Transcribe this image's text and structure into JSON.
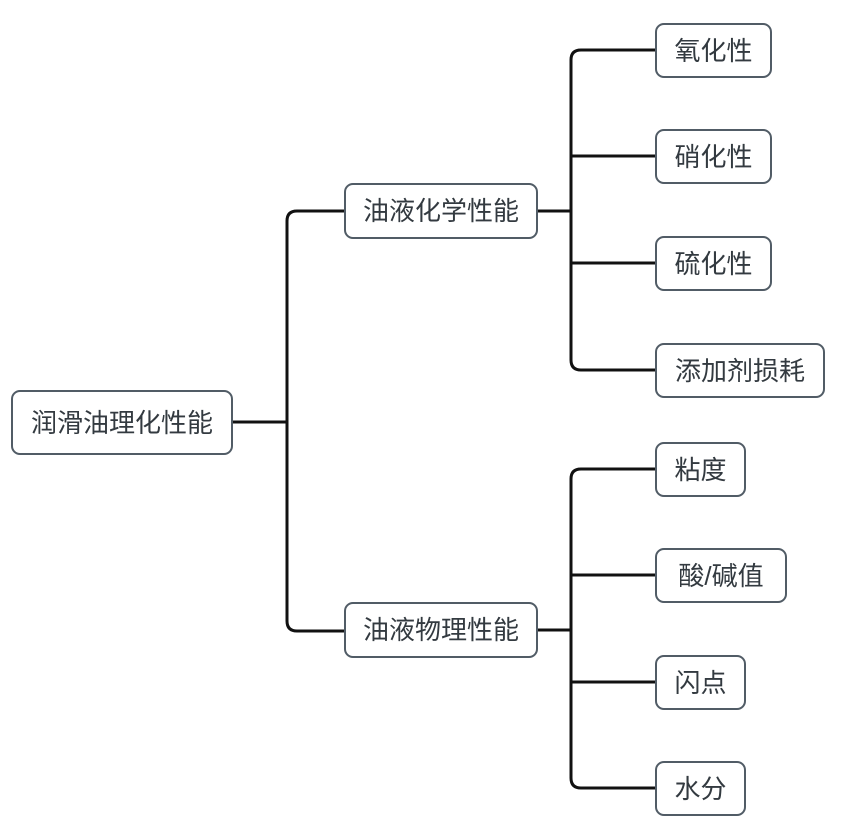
{
  "diagram": {
    "root": {
      "label": "润滑油理化性能"
    },
    "branches": [
      {
        "label": "油液化学性能",
        "children": [
          {
            "label": "氧化性"
          },
          {
            "label": "硝化性"
          },
          {
            "label": "硫化性"
          },
          {
            "label": "添加剂损耗"
          }
        ]
      },
      {
        "label": "油液物理性能",
        "children": [
          {
            "label": "粘度"
          },
          {
            "label": "酸/碱值"
          },
          {
            "label": "闪点"
          },
          {
            "label": "水分"
          }
        ]
      }
    ],
    "colors": {
      "node_border": "#515c66",
      "node_fill": "#ffffff",
      "text": "#333a40",
      "connector": "#111111",
      "background": "#ffffff"
    }
  }
}
